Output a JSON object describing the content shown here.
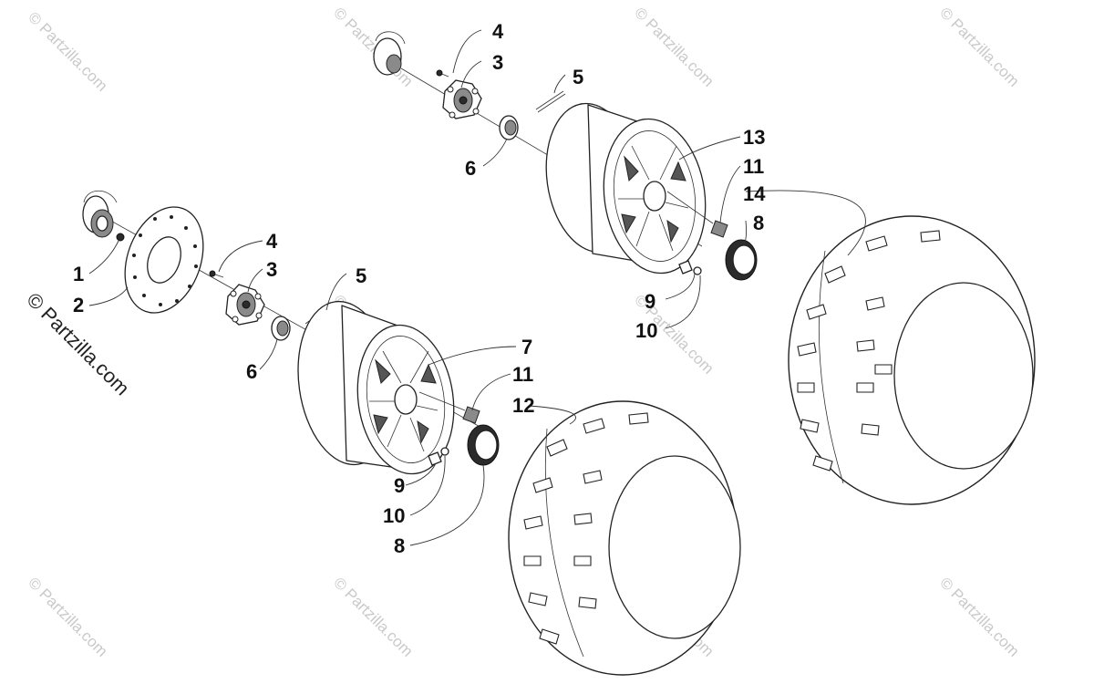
{
  "watermark": {
    "main_text": "© Partzilla.com",
    "tile_text": "© Partzilla.com"
  },
  "callouts": {
    "lower_assembly": {
      "1": "1",
      "2": "2",
      "3": "3",
      "4": "4",
      "5": "5",
      "6": "6",
      "7": "7",
      "8": "8",
      "9": "9",
      "10": "10",
      "11": "11",
      "12": "12"
    },
    "upper_assembly": {
      "3": "3",
      "4": "4",
      "5": "5",
      "6": "6",
      "8": "8",
      "9": "9",
      "10": "10",
      "11": "11",
      "13": "13",
      "14": "14"
    }
  }
}
